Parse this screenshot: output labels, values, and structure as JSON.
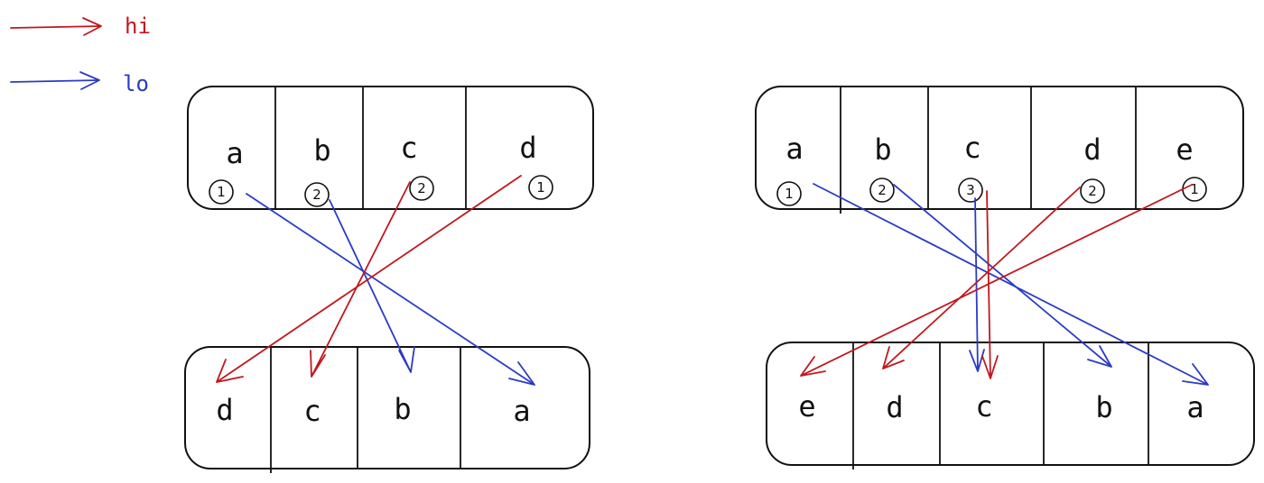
{
  "legend": [
    {
      "label": "hi",
      "color": "#c0181e"
    },
    {
      "label": "lo",
      "color": "#2a3cc4"
    }
  ],
  "colors": {
    "hi": "#c0181e",
    "lo": "#2a3cc4",
    "ink": "#111111"
  },
  "diagrams": [
    {
      "top_cells": [
        "a",
        "b",
        "c",
        "d"
      ],
      "top_counts": [
        "1",
        "2",
        "2",
        "1"
      ],
      "bottom_cells": [
        "d",
        "c",
        "b",
        "a"
      ]
    },
    {
      "top_cells": [
        "a",
        "b",
        "c",
        "d",
        "e"
      ],
      "top_counts": [
        "1",
        "2",
        "3",
        "2",
        "1"
      ],
      "bottom_cells": [
        "e",
        "d",
        "c",
        "b",
        "a"
      ]
    }
  ]
}
